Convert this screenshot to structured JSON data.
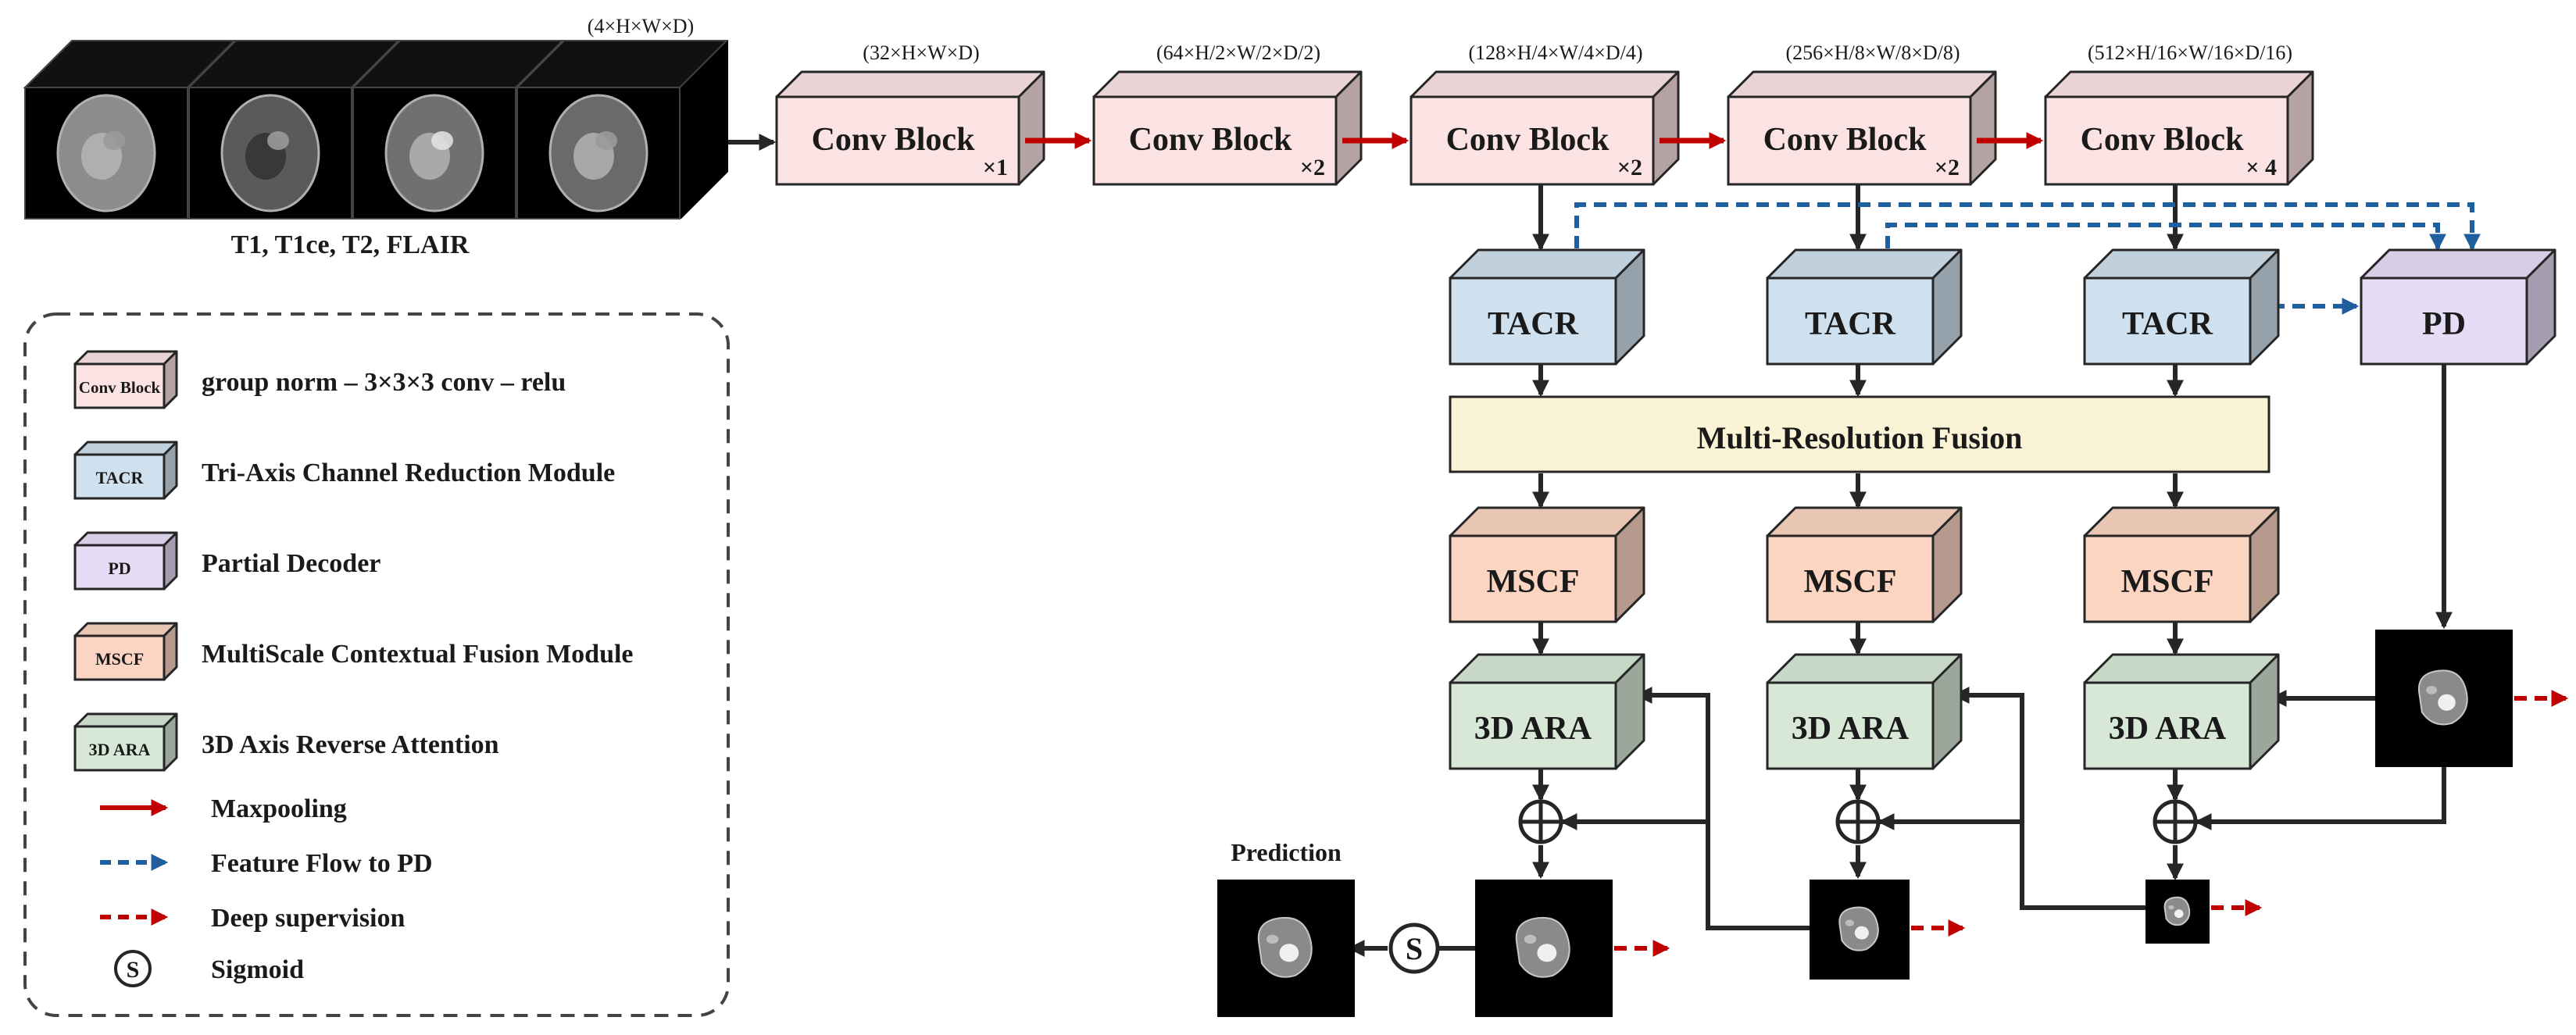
{
  "input": {
    "shape_label": "(4×H×W×D)",
    "caption": "T1, T1ce, T2, FLAIR",
    "modalities": [
      "T1",
      "T1ce",
      "T2",
      "FLAIR"
    ]
  },
  "encoder": [
    {
      "label": "Conv Block",
      "repeat": "×1",
      "shape": "(32×H×W×D)"
    },
    {
      "label": "Conv Block",
      "repeat": "×2",
      "shape": "(64×H/2×W/2×D/2)"
    },
    {
      "label": "Conv Block",
      "repeat": "×2",
      "shape": "(128×H/4×W/4×D/4)"
    },
    {
      "label": "Conv Block",
      "repeat": "×2",
      "shape": "(256×H/8×W/8×D/8)"
    },
    {
      "label": "Conv Block",
      "repeat": "× 4",
      "shape": "(512×H/16×W/16×D/16)"
    }
  ],
  "tacr": [
    "TACR",
    "TACR",
    "TACR"
  ],
  "pd": "PD",
  "fusion": "Multi-Resolution Fusion",
  "mscf": [
    "MSCF",
    "MSCF",
    "MSCF"
  ],
  "ara": [
    "3D ARA",
    "3D ARA",
    "3D ARA"
  ],
  "sigmoid_symbol": "S",
  "prediction_label": "Prediction",
  "legend": {
    "items": [
      {
        "icon": "Conv Block",
        "text": "group norm – 3×3×3 conv – relu"
      },
      {
        "icon": "TACR",
        "text": "Tri-Axis Channel Reduction Module"
      },
      {
        "icon": "PD",
        "text": "Partial Decoder"
      },
      {
        "icon": "MSCF",
        "text": "MultiScale Contextual Fusion Module"
      },
      {
        "icon": "3D ARA",
        "text": "3D Axis Reverse Attention"
      }
    ],
    "arrows": [
      {
        "text": "Maxpooling",
        "color": "#c00000",
        "style": "solid"
      },
      {
        "text": "Feature Flow to PD",
        "color": "#1f5fa0",
        "style": "dashed"
      },
      {
        "text": "Deep supervision",
        "color": "#c00000",
        "style": "dashed"
      }
    ],
    "sigmoid": {
      "symbol": "S",
      "text": "Sigmoid"
    }
  },
  "colors": {
    "conv": "#fbe3e4",
    "tacr": "#cfe0ee",
    "pd": "#e7dcf5",
    "fusion": "#fbf3d6",
    "mscf": "#fbd5c2",
    "ara": "#d7e8d6",
    "maxpool": "#c00000",
    "feature_flow": "#1f5fa0",
    "line": "#262626"
  }
}
